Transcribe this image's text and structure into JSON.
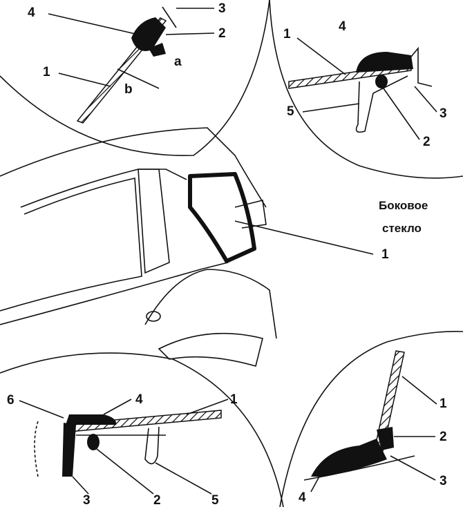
{
  "caption": {
    "line1": "Боковое",
    "line2": "стекло",
    "callout": "1"
  },
  "detail_top_left": {
    "labels": [
      "4",
      "3",
      "2",
      "a",
      "1",
      "b"
    ]
  },
  "detail_top_right": {
    "labels": [
      "1",
      "4",
      "5",
      "3",
      "2"
    ]
  },
  "detail_bottom_left": {
    "labels": [
      "6",
      "4",
      "1",
      "3",
      "2",
      "5"
    ]
  },
  "detail_bottom_right": {
    "labels": [
      "1",
      "2",
      "3",
      "4"
    ]
  }
}
